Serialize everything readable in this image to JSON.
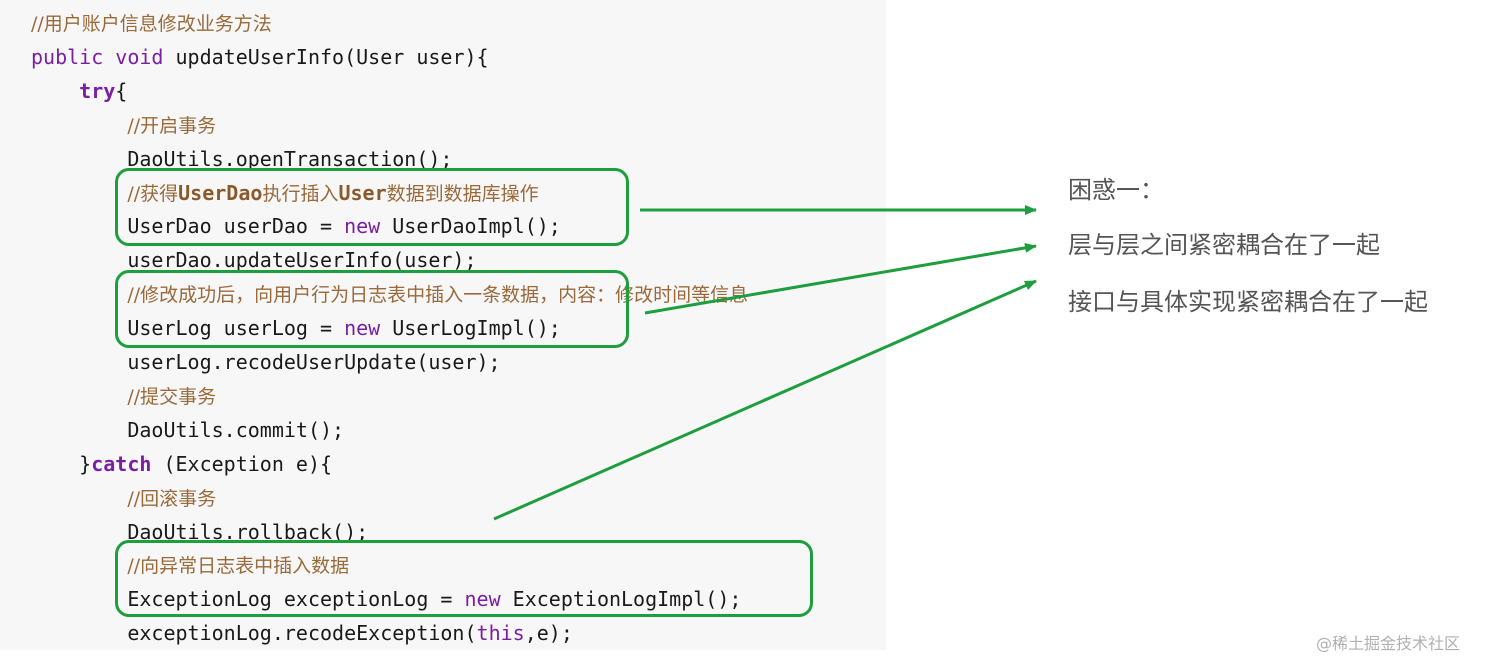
{
  "code": {
    "lines": [
      [
        {
          "t": "//用户账户信息修改业务方法",
          "c": "cm"
        }
      ],
      [
        {
          "t": "public void ",
          "c": "kw"
        },
        {
          "t": "updateUserInfo(User user){",
          "c": "tx"
        }
      ],
      [
        {
          "t": "    ",
          "c": "tx"
        },
        {
          "t": "try",
          "c": "kwb"
        },
        {
          "t": "{",
          "c": "tx"
        }
      ],
      [
        {
          "t": "        ",
          "c": "tx"
        },
        {
          "t": "//开启事务",
          "c": "cm"
        }
      ],
      [
        {
          "t": "        DaoUtils.openTransaction();",
          "c": "tx"
        }
      ],
      [
        {
          "t": "        ",
          "c": "tx"
        },
        {
          "t": "//获得",
          "c": "cm"
        },
        {
          "t": "UserDao",
          "c": "cmc"
        },
        {
          "t": "执行插入",
          "c": "cm"
        },
        {
          "t": "User",
          "c": "cmc"
        },
        {
          "t": "数据到数据库操作",
          "c": "cm"
        }
      ],
      [
        {
          "t": "        UserDao userDao = ",
          "c": "tx"
        },
        {
          "t": "new",
          "c": "kw"
        },
        {
          "t": " UserDaoImpl();",
          "c": "tx"
        }
      ],
      [
        {
          "t": "        userDao.updateUserInfo(user);",
          "c": "tx"
        }
      ],
      [
        {
          "t": "        ",
          "c": "tx"
        },
        {
          "t": "//修改成功后，向用户行为日志表中插入一条数据，内容：修改时间等信息",
          "c": "cm"
        }
      ],
      [
        {
          "t": "        UserLog userLog = ",
          "c": "tx"
        },
        {
          "t": "new",
          "c": "kw"
        },
        {
          "t": " UserLogImpl();",
          "c": "tx"
        }
      ],
      [
        {
          "t": "        userLog.recodeUserUpdate(user);",
          "c": "tx"
        }
      ],
      [
        {
          "t": "        ",
          "c": "tx"
        },
        {
          "t": "//提交事务",
          "c": "cm"
        }
      ],
      [
        {
          "t": "        DaoUtils.commit();",
          "c": "tx"
        }
      ],
      [
        {
          "t": "    }",
          "c": "tx"
        },
        {
          "t": "catch",
          "c": "kwb"
        },
        {
          "t": " (Exception e){",
          "c": "tx"
        }
      ],
      [
        {
          "t": "        ",
          "c": "tx"
        },
        {
          "t": "//回滚事务",
          "c": "cm"
        }
      ],
      [
        {
          "t": "        DaoUtils.rollback();",
          "c": "tx"
        }
      ],
      [
        {
          "t": "        ",
          "c": "tx"
        },
        {
          "t": "//向异常日志表中插入数据",
          "c": "cm"
        }
      ],
      [
        {
          "t": "        ExceptionLog exceptionLog = ",
          "c": "tx"
        },
        {
          "t": "new",
          "c": "kw"
        },
        {
          "t": " ExceptionLogImpl();",
          "c": "tx"
        }
      ],
      [
        {
          "t": "        exceptionLog.recodeException(",
          "c": "tx"
        },
        {
          "t": "this",
          "c": "kw"
        },
        {
          "t": ",e);",
          "c": "tx"
        }
      ]
    ]
  },
  "notes": {
    "title": "困惑一：",
    "line1": "层与层之间紧密耦合在了一起",
    "line2": "接口与具体实现紧密耦合在了一起"
  },
  "watermark": "@稀土掘金技术社区",
  "colors": {
    "highlight_green": "#1e9e3e",
    "keyword_purple": "#7b1fa2",
    "comment_brown": "#9a6a3a",
    "code_bg": "#f7f7f8"
  }
}
